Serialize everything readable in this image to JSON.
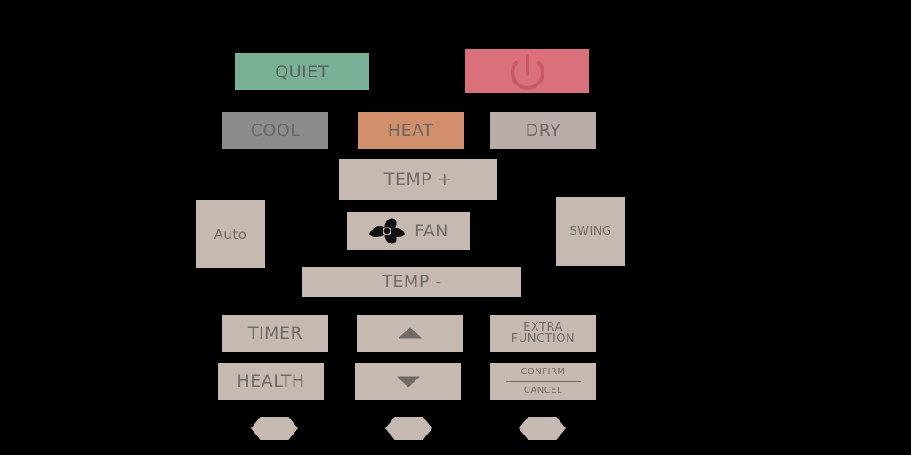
{
  "remote": {
    "quiet_label": "QUIET",
    "cool_label": "COOL",
    "heat_label": "HEAT",
    "dry_label": "DRY",
    "temp_plus_label": "TEMP +",
    "auto_label": "Auto",
    "fan_label": "FAN",
    "swing_label": "SWING",
    "temp_minus_label": "TEMP -",
    "timer_label": "TIMER",
    "extra_line1": "EXTRA",
    "extra_line2": "FUNCTION",
    "health_label": "HEALTH",
    "confirm_label": "CONFIRM",
    "cancel_label": "CANCEL"
  },
  "icons": {
    "power": "power-icon",
    "fan": "fan-icon",
    "up": "arrow-up-icon",
    "down": "arrow-down-icon"
  },
  "colors": {
    "background": "#000000",
    "default_button": "#c6b9b2",
    "quiet": "#78b195",
    "power": "#d9707a",
    "cool": "#8d8b8d",
    "heat": "#d1906b",
    "dry": "#b7aca7",
    "label": "#6f6b69"
  }
}
